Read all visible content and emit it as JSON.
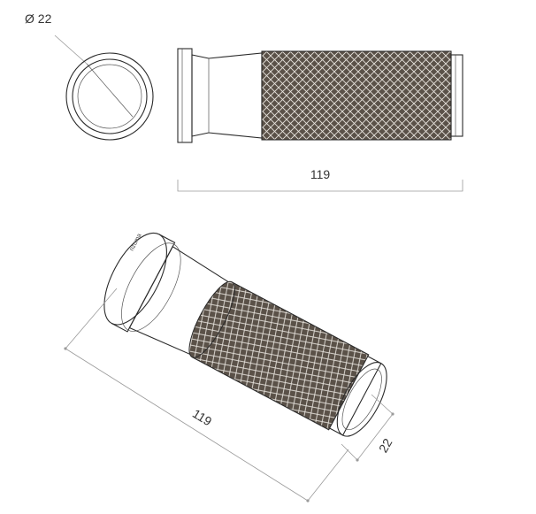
{
  "labels": {
    "diameter": "Ø 22",
    "top_length": "119",
    "iso_length": "119",
    "iso_diameter": "22",
    "brand_mark": "rizoma"
  },
  "colors": {
    "outline": "#2a2a2a",
    "dimension_line": "#9a9a9a",
    "knurl_fill": "#5a5148",
    "knurl_line": "#e8e4de"
  }
}
